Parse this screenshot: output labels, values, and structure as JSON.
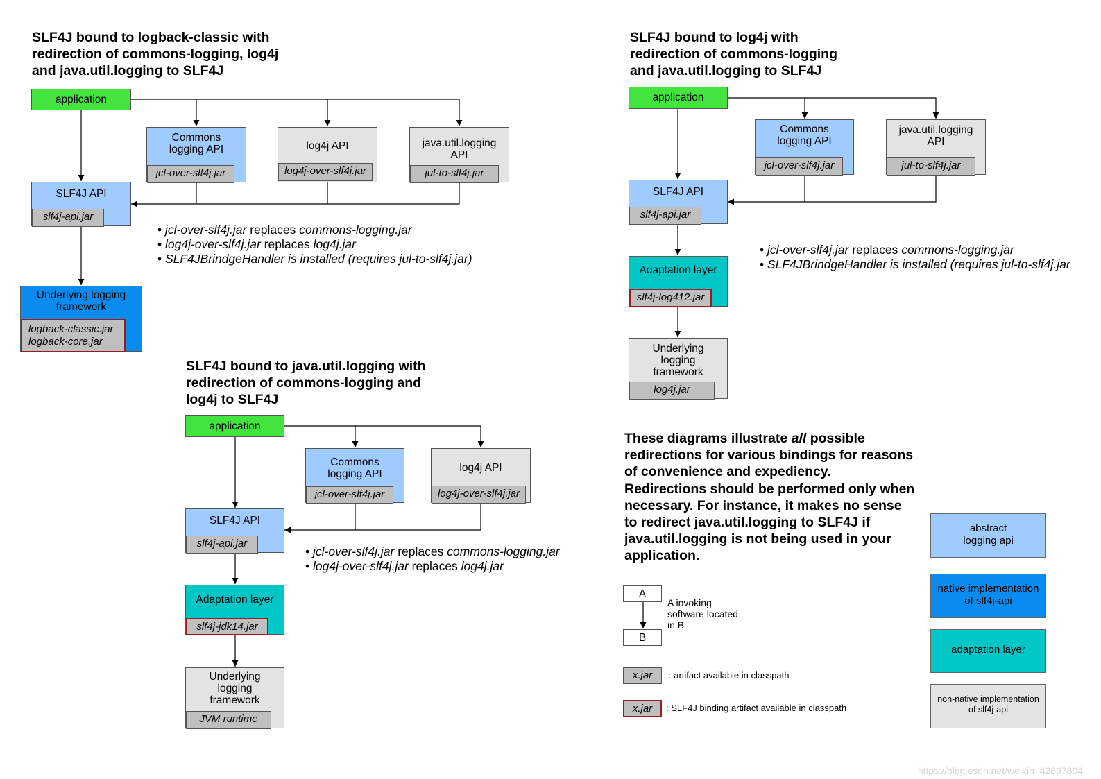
{
  "colors": {
    "application": "#44e43e",
    "abstract_api": "#9fcbff",
    "native_impl": "#0a8bf0",
    "adaptation": "#00c6c6",
    "non_native": "#e3e3e3",
    "jar": "#bfbfbf",
    "binding_border": "#9b1b1b"
  },
  "d1": {
    "title": [
      "SLF4J bound to logback-classic with",
      "redirection of commons-logging, log4j",
      "and java.util.logging to SLF4J"
    ],
    "application": "application",
    "commons": {
      "label": [
        "Commons",
        "logging API"
      ],
      "jar": "jcl-over-slf4j.jar"
    },
    "log4j": {
      "label": "log4j API",
      "jar": "log4j-over-slf4j.jar"
    },
    "jul": {
      "label": [
        "java.util.logging",
        "API"
      ],
      "jar": "jul-to-slf4j.jar"
    },
    "slf4j": {
      "label": "SLF4J API",
      "jar": "slf4j-api.jar"
    },
    "underlying": {
      "label": [
        "Underlying logging",
        "framework"
      ],
      "jars": [
        "logback-classic.jar",
        "logback-core.jar"
      ]
    },
    "notes": [
      {
        "a": "jcl-over-slf4j.jar",
        "b": " replaces ",
        "c": "commons-logging.jar"
      },
      {
        "a": "log4j-over-slf4j.jar",
        "b": " replaces ",
        "c": "log4j.jar"
      },
      {
        "a": "SLF4JBrindgeHandler is installed (requires jul-to-slf4j.jar)",
        "b": "",
        "c": ""
      }
    ]
  },
  "d2": {
    "title": [
      "SLF4J bound to log4j with",
      "redirection of commons-logging",
      "and java.util.logging to SLF4J"
    ],
    "application": "application",
    "commons": {
      "label": [
        "Commons",
        "logging API"
      ],
      "jar": "jcl-over-slf4j.jar"
    },
    "jul": {
      "label": [
        "java.util.logging",
        "API"
      ],
      "jar": "jul-to-slf4j.jar"
    },
    "slf4j": {
      "label": "SLF4J API",
      "jar": "slf4j-api.jar"
    },
    "adaptation": {
      "label": "Adaptation layer",
      "jar": "slf4j-log412.jar"
    },
    "underlying": {
      "label": [
        "Underlying",
        "logging",
        "framework"
      ],
      "jar": "log4j.jar"
    },
    "notes": [
      {
        "a": "jcl-over-slf4j.jar",
        "b": " replaces ",
        "c": "commons-logging.jar"
      },
      {
        "a": "SLF4JBrindgeHandler is installed (requires jul-to-slf4j.jar",
        "b": "",
        "c": ""
      }
    ]
  },
  "d3": {
    "title": [
      "SLF4J bound to java.util.logging with",
      "redirection of commons-logging and",
      "log4j to SLF4J"
    ],
    "application": "application",
    "commons": {
      "label": [
        "Commons",
        "logging API"
      ],
      "jar": "jcl-over-slf4j.jar"
    },
    "log4j": {
      "label": "log4j API",
      "jar": "log4j-over-slf4j.jar"
    },
    "slf4j": {
      "label": "SLF4J API",
      "jar": "slf4j-api.jar"
    },
    "adaptation": {
      "label": "Adaptation layer",
      "jar": "slf4j-jdk14.jar"
    },
    "underlying": {
      "label": [
        "Underlying",
        "logging",
        "framework"
      ],
      "jar": "JVM runtime"
    },
    "notes": [
      {
        "a": "jcl-over-slf4j.jar",
        "b": " replaces ",
        "c": "commons-logging.jar"
      },
      {
        "a": "log4j-over-slf4j.jar",
        "b": " replaces ",
        "c": "log4j.jar"
      }
    ]
  },
  "explanation": {
    "pre": "These diagrams illustrate ",
    "em": "all",
    "post": " possible redirections for various bindings for reasons of convenience and expediency. Redirections should be performed only when necessary. For instance, it makes no sense to redirect java.util.logging to SLF4J if java.util.logging is not being used in your application."
  },
  "legend": {
    "a": "A",
    "b": "B",
    "invoking": [
      "A invoking",
      "software located",
      "in B"
    ],
    "jar": "x.jar",
    "jar_desc": ": artifact available in classpath",
    "bind_jar": "x.jar",
    "bind_desc": ": SLF4J binding artifact available in classpath",
    "abstract": [
      "abstract",
      "logging api"
    ],
    "native": [
      "native implementation",
      "of slf4j-api"
    ],
    "adaptation": "adaptation layer",
    "non_native": [
      "non-native implementation",
      "of slf4j-api"
    ]
  },
  "watermark": "https://blog.csdn.net/weixin_42897804"
}
